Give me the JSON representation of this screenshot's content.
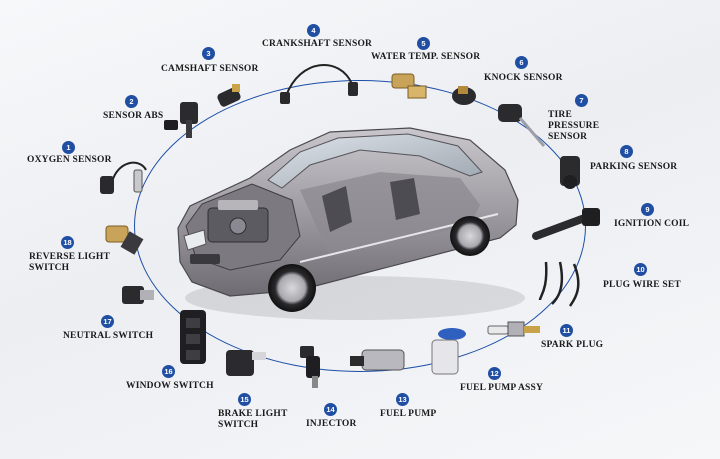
{
  "parts": [
    {
      "num": "1",
      "label": "OXYGEN SENSOR"
    },
    {
      "num": "2",
      "label": "SENSOR ABS"
    },
    {
      "num": "3",
      "label": "CAMSHAFT SENSOR"
    },
    {
      "num": "4",
      "label": "CRANKSHAFT SENSOR"
    },
    {
      "num": "5",
      "label": "WATER TEMP. SENSOR"
    },
    {
      "num": "6",
      "label": "KNOCK SENSOR"
    },
    {
      "num": "7",
      "label": "TIRE PRESSURE SENSOR"
    },
    {
      "num": "8",
      "label": "PARKING SENSOR"
    },
    {
      "num": "9",
      "label": "IGNITION COIL"
    },
    {
      "num": "10",
      "label": "PLUG WIRE SET"
    },
    {
      "num": "11",
      "label": "SPARK PLUG"
    },
    {
      "num": "12",
      "label": "FUEL PUMP ASSY"
    },
    {
      "num": "13",
      "label": "FUEL PUMP"
    },
    {
      "num": "14",
      "label": "INJECTOR"
    },
    {
      "num": "15",
      "label": "BRAKE LIGHT SWITCH"
    },
    {
      "num": "16",
      "label": "WINDOW SWITCH"
    },
    {
      "num": "17",
      "label": "NEUTRAL SWITCH"
    },
    {
      "num": "18",
      "label": "REVERSE LIGHT SWITCH"
    }
  ]
}
